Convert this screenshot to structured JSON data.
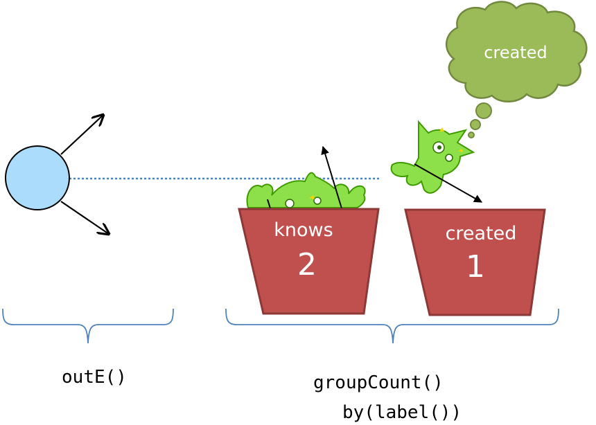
{
  "diagram": {
    "thought_bubble": {
      "text": "created",
      "color": "#9bbb59",
      "stroke": "#71893f"
    },
    "buckets": [
      {
        "label": "knows",
        "count": "2"
      },
      {
        "label": "created",
        "count": "1"
      }
    ],
    "steps": [
      {
        "code": "outE()"
      },
      {
        "code_line1": "groupCount()",
        "code_line2": "by(label())"
      }
    ],
    "colors": {
      "vertex_fill": "#abdcfb",
      "bucket_fill": "#c0504d",
      "bucket_stroke": "#8c3836",
      "brace": "#4f81bd",
      "dotted_line": "#4f81bd",
      "gremlin_green": "#8ee04a"
    }
  }
}
